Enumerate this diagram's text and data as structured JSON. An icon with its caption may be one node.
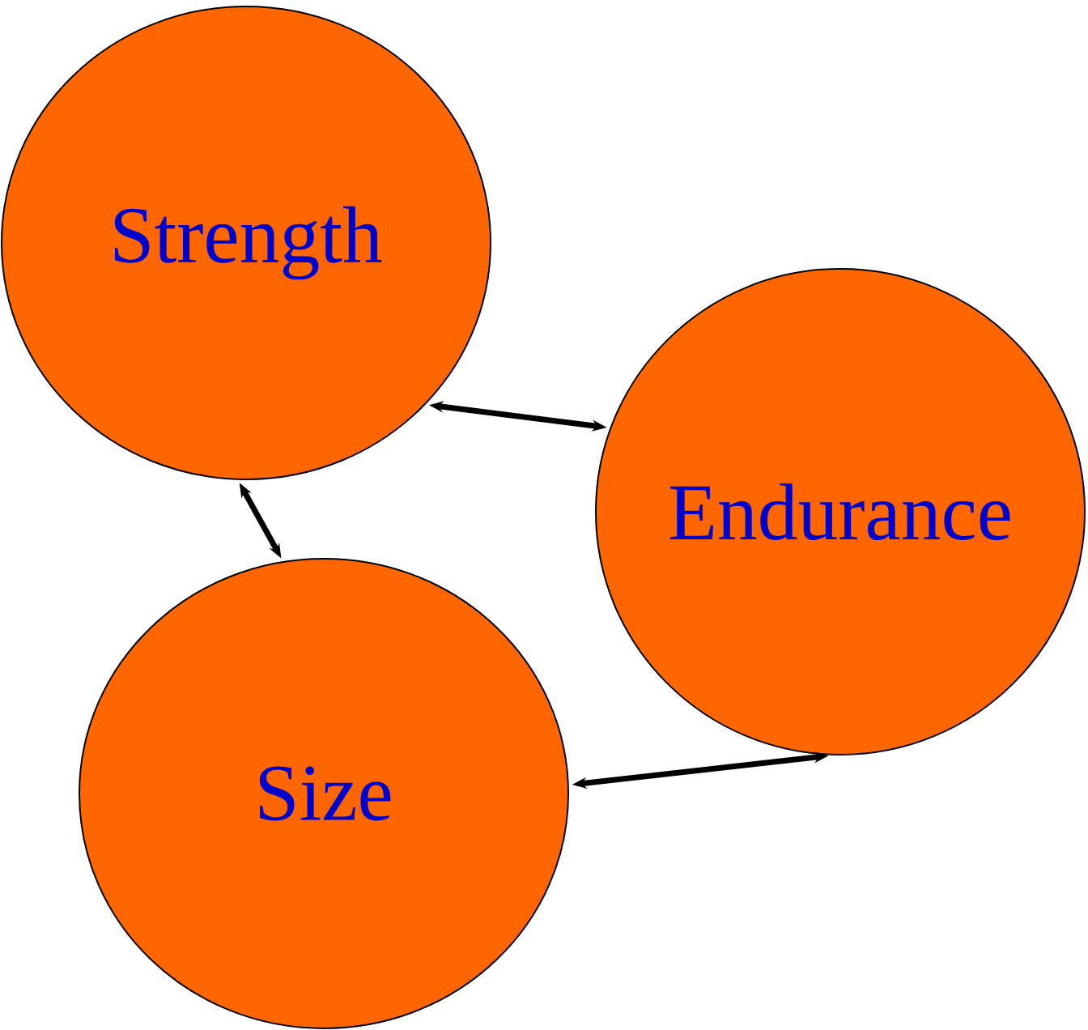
{
  "diagram": {
    "nodes": [
      {
        "text": [
          "Strength"
        ]
      },
      {
        "text": [
          "Endurance"
        ]
      },
      {
        "text": [
          "Size"
        ]
      }
    ],
    "edges": [
      {
        "from": 0,
        "to": 1,
        "arrow": "both"
      },
      {
        "from": 0,
        "to": 2,
        "arrow": "both"
      },
      {
        "from": 2,
        "to": 1,
        "arrow": "both"
      }
    ]
  }
}
